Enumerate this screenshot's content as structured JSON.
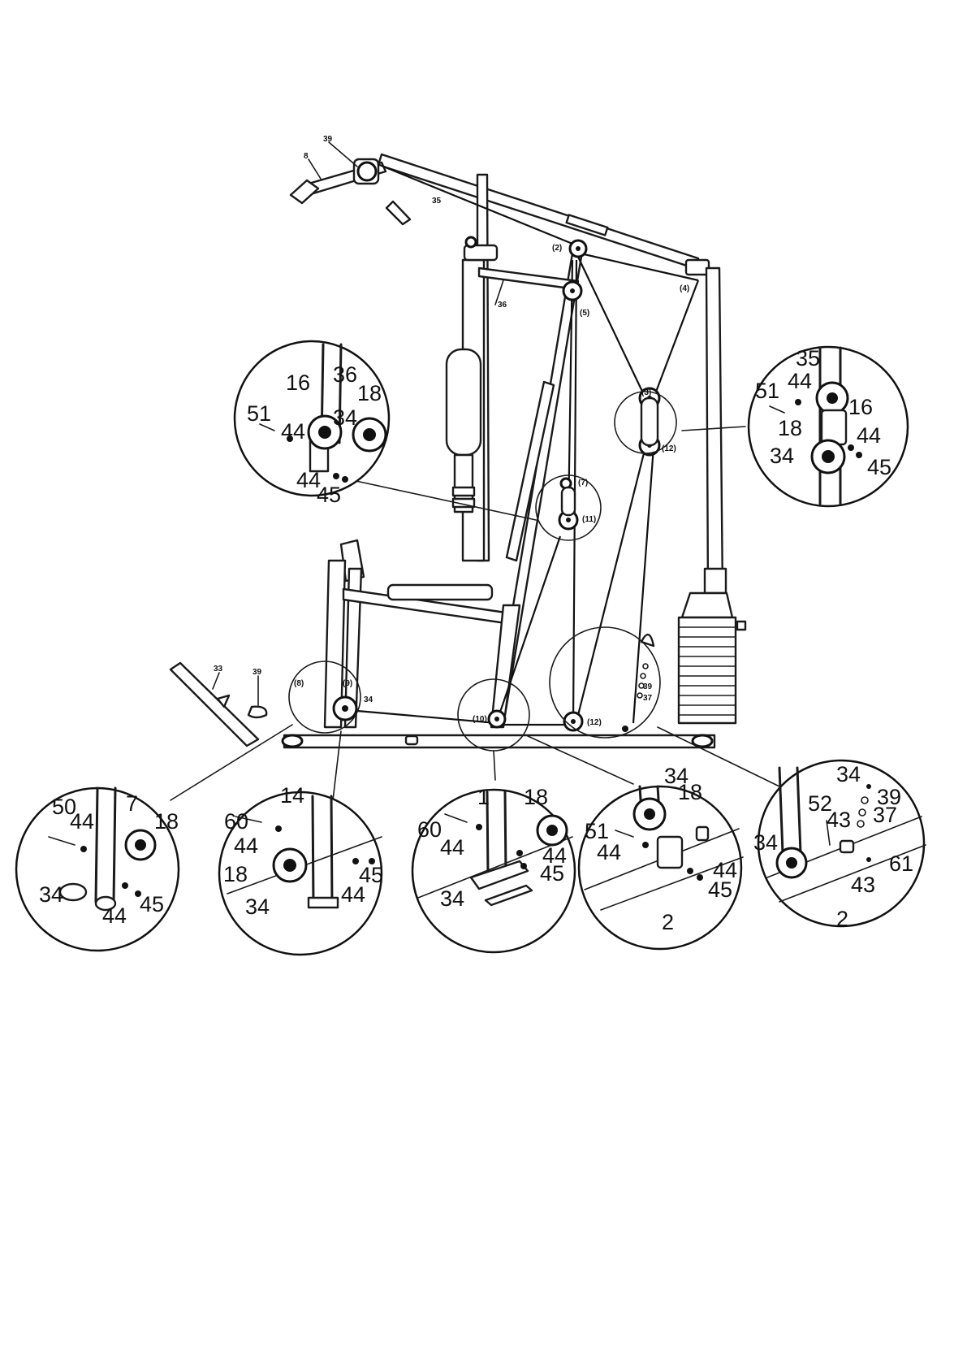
{
  "callouts_main": {
    "handle_top": "8",
    "clip_top": "39",
    "cable_top": "35",
    "lock_36": "36",
    "handle_33": "33",
    "clip_39": "39",
    "label_34": "34",
    "chain_39": "39",
    "chain_37": "37"
  },
  "pulley_tags": {
    "p2": "(2)",
    "p3": "(3)",
    "p4": "(4)",
    "p5": "(5)",
    "p7": "(7)",
    "p8": "(8)",
    "p9": "(9)",
    "p10": "(10)",
    "p11": "(11)",
    "p12a": "(12)",
    "p12b": "(12)"
  },
  "detail_upper_left": {
    "d36": "36",
    "d16": "16",
    "d18": "18",
    "d51": "51",
    "d44a": "44",
    "d34": "34",
    "d44b": "44",
    "d45": "45"
  },
  "detail_upper_right": {
    "d35": "35",
    "d51": "51",
    "d44a": "44",
    "d16": "16",
    "d18": "18",
    "d44b": "44",
    "d34": "34",
    "d45": "45"
  },
  "detail_bottom_1": {
    "d50": "50",
    "d44a": "44",
    "d7": "7",
    "d18": "18",
    "d34": "34",
    "d44b": "44",
    "d45": "45"
  },
  "detail_bottom_2": {
    "d14": "14",
    "d60": "60",
    "d44a": "44",
    "d18": "18",
    "d34": "34",
    "d44b": "44",
    "d45": "45"
  },
  "detail_bottom_3": {
    "d1": "1",
    "d18": "18",
    "d60": "60",
    "d44a": "44",
    "d44b": "44",
    "d45": "45",
    "d34": "34"
  },
  "detail_bottom_4": {
    "d34": "34",
    "d18": "18",
    "d51": "51",
    "d44a": "44",
    "d44b": "44",
    "d45": "45",
    "d2": "2"
  },
  "detail_bottom_5": {
    "d34a": "34",
    "d39": "39",
    "d52": "52",
    "d43a": "43",
    "d37": "37",
    "d34b": "34",
    "d61": "61",
    "d43b": "43",
    "d2": "2"
  }
}
